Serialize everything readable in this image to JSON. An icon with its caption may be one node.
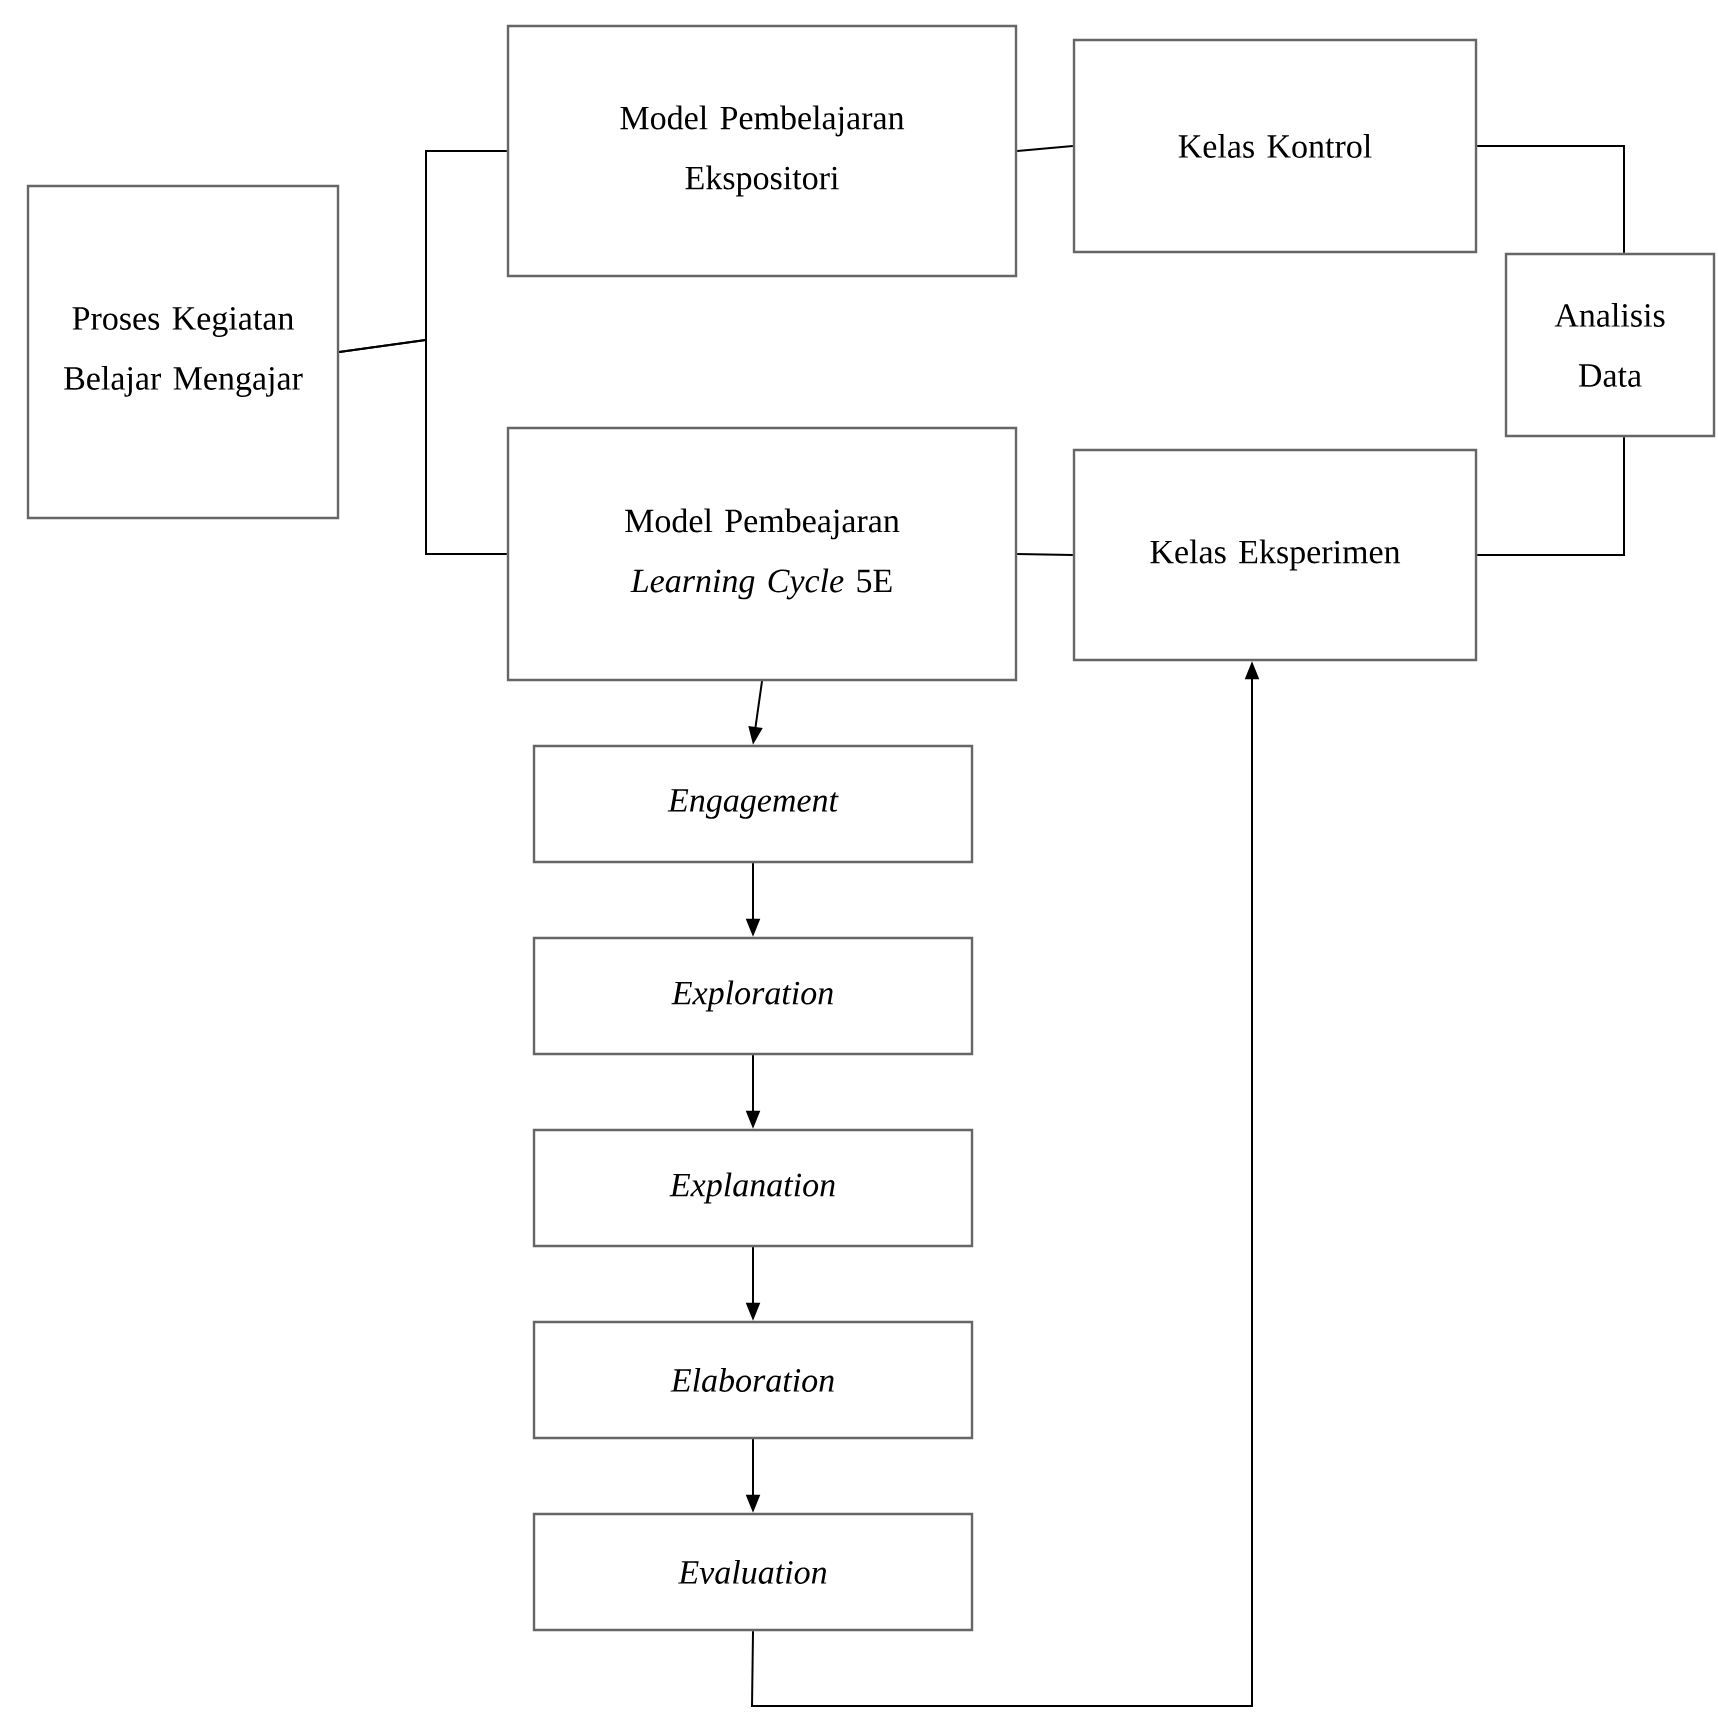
{
  "diagram": {
    "nodes": [
      {
        "text": [
          "Proses Kegiatan Belajar Mengajar"
        ]
      },
      {
        "text": [
          "Model Pembelajaran Ekspositori"
        ]
      },
      {
        "text": [
          "Kelas Kontrol"
        ]
      },
      {
        "text": [
          "Analisis Data"
        ]
      },
      {
        "text": [
          "Model Pembeajaran *Learning Cycle* 5E"
        ]
      },
      {
        "text": [
          "Kelas Eksperimen"
        ]
      },
      {
        "text": [
          "Engagement"
        ]
      },
      {
        "text": [
          "Exploration"
        ]
      },
      {
        "text": [
          "Explanation"
        ]
      },
      {
        "text": [
          "Elaboration"
        ]
      },
      {
        "text": [
          "Evaluation"
        ]
      }
    ],
    "edges": [
      {
        "from": 0,
        "to": 1,
        "arrow": "none"
      },
      {
        "from": 0,
        "to": 4,
        "arrow": "none"
      },
      {
        "from": 1,
        "to": 2,
        "arrow": "none"
      },
      {
        "from": 4,
        "to": 5,
        "arrow": "none"
      },
      {
        "from": 2,
        "to": 3,
        "arrow": "none"
      },
      {
        "from": 5,
        "to": 3,
        "arrow": "none"
      },
      {
        "from": 4,
        "to": 6,
        "arrow": "to"
      },
      {
        "from": 6,
        "to": 7,
        "arrow": "to"
      },
      {
        "from": 7,
        "to": 8,
        "arrow": "to"
      },
      {
        "from": 8,
        "to": 9,
        "arrow": "to"
      },
      {
        "from": 9,
        "to": 10,
        "arrow": "to"
      },
      {
        "from": 10,
        "to": 5,
        "arrow": "to"
      }
    ]
  }
}
